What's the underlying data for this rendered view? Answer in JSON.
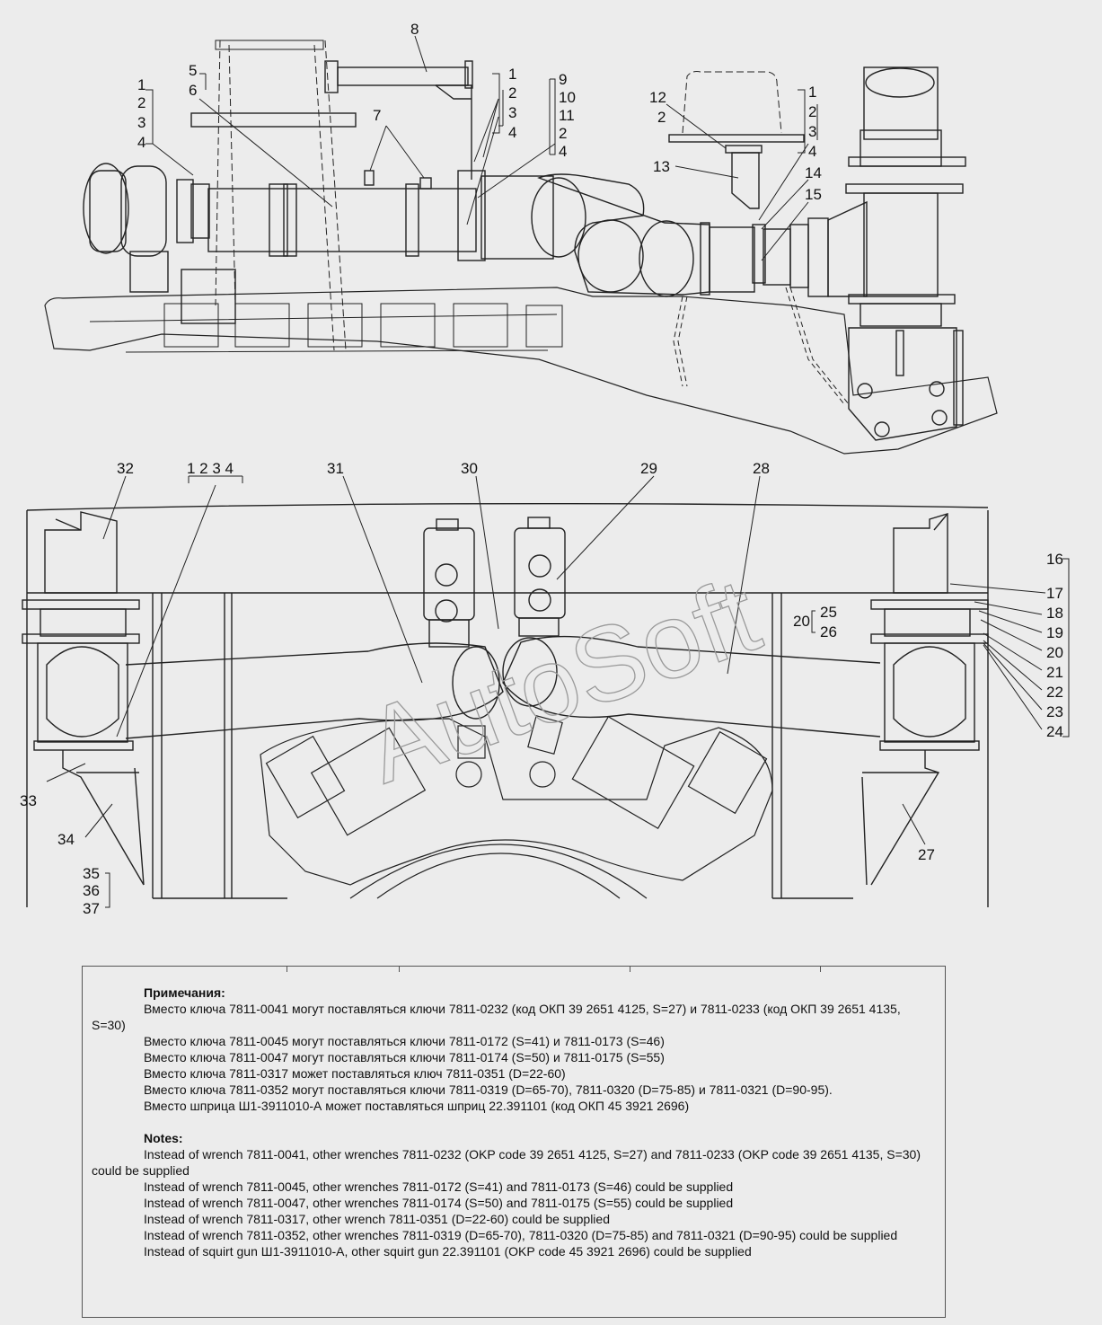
{
  "callouts": {
    "top": [
      "1",
      "2",
      "3",
      "4",
      "5",
      "6",
      "7",
      "8",
      "1",
      "2",
      "3",
      "4",
      "9",
      "10",
      "11",
      "2",
      "4",
      "12",
      "2",
      "13",
      "1",
      "2",
      "3",
      "4",
      "14",
      "15"
    ],
    "bottom": [
      "32",
      "1 2 3 4",
      "31",
      "30",
      "29",
      "28",
      "16",
      "17",
      "18",
      "19",
      "20",
      "21",
      "22",
      "23",
      "24",
      "20",
      "25",
      "26",
      "33",
      "34",
      "35",
      "36",
      "37",
      "27"
    ]
  },
  "watermark": "AutoSoft",
  "notes": {
    "ru_title": "Примечания:",
    "ru_lines": [
      "Вместо ключа 7811-0041 могут поставляться ключи 7811-0232 (код ОКП  39 2651 4125, S=27) и 7811-0233 (код ОКП 39 2651 4135, S=30)",
      "Вместо ключа 7811-0045 могут поставляться ключи 7811-0172 (S=41) и  7811-0173 (S=46)",
      "Вместо ключа 7811-0047 могут поставляться ключи 7811-0174 (S=50) и  7811-0175 (S=55)",
      "Вместо ключа 7811-0317 может поставляться ключ 7811-0351 (D=22-60)",
      "Вместо ключа 7811-0352 могут поставляться ключи 7811-0319 (D=65-70), 7811-0320 (D=75-85) и 7811-0321 (D=90-95).",
      "Вместо шприца Ш1-3911010-А может поставляться шприц 22.391101 (код ОКП 45 3921 2696)"
    ],
    "en_title": "Notes:",
    "en_lines": [
      "Instead of wrench 7811-0041, other wrenches 7811-0232 (OKP code 39 2651 4125, S=27) and 7811-0233 (OKP code 39 2651 4135, S=30) could be supplied",
      "Instead of wrench 7811-0045, other wrenches 7811-0172 (S=41) and 7811-0173 (S=46) could be supplied",
      "Instead of wrench 7811-0047, other wrenches 7811-0174 (S=50) and 7811-0175 (S=55) could be supplied",
      "Instead of wrench 7811-0317, other wrench 7811-0351 (D=22-60) could be supplied",
      "Instead of wrench 7811-0352, other wrenches 7811-0319 (D=65-70), 7811-0320 (D=75-85) and 7811-0321 (D=90-95) could be supplied",
      "Instead of squirt gun Ш1-3911010-A, other squirt gun 22.391101 (OKP code 45 3921 2696) could be supplied"
    ]
  }
}
